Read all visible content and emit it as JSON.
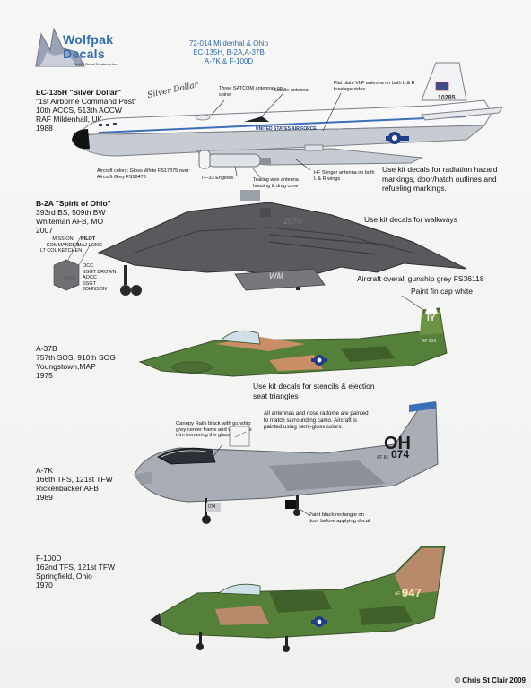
{
  "header": {
    "brand_line1": "Wolfpak",
    "brand_line2": "Decals",
    "brand_tagline": "By WP Decal Creations Inc.",
    "product_line1": "72-014 Mildenhal & Ohio",
    "product_line2": "EC-135H, B-2A,A-37B",
    "product_line3": "A-7K & F-100D"
  },
  "ec135": {
    "title": "EC-135H \"Silver Dollar\"",
    "line2": "\"1st Airborne Command Post\"",
    "line3": "10th ACCS, 513th ACCW",
    "line4": "RAF Mildenhall, UK",
    "line5": "1988",
    "note_satcom": "Three SATCOM antennas on spine",
    "note_saddle": "Saddle antenna",
    "note_vlf": "Flat plate VLF antenna on both L & R fuselage sides",
    "note_colors": "Aircraft colors: Gloss White FS17875 over Aircraft Grey FS16473",
    "note_tf33": "TF-33 Engines",
    "note_trailing": "Trailing wire antenna housing & drag cone",
    "note_hf": "HF Stinger antenna on both L & R wings",
    "note_kit": "Use kit decals for radiation hazard markings, door/hatch outlines and refueling markings.",
    "serial": "10285",
    "fuselage_text": "UNITED STATES AIR FORCE",
    "nose_art": "Silver Dollar"
  },
  "b2": {
    "title": "B-2A \"Spirit of Ohio\"",
    "line2": "393rd BS, 509th BW",
    "line3": "Whiteman AFB, MO",
    "line4": "2007",
    "note_walkways": "Use kit decals for walkways",
    "note_grey": "Aircraft overall gunship grey FS36118",
    "pilot_label": "PILOT",
    "pilot_name": "MAJ LONG",
    "mc_label": "MISSION COMMANDER",
    "mc_name": "LT COL KETCHEN",
    "crew_line1": "OCC",
    "crew_line2": "SSGT BROWN",
    "crew_line3": "AOCC",
    "crew_line4": "SSGT JOHNSON",
    "door_number": "2070",
    "tail_code": "WM"
  },
  "a37": {
    "title": "A-37B",
    "line2": "757th SOS, 910th SOG",
    "line3": "Youngstown,MAP",
    "line4": "1975",
    "note_fin": "Paint fin cap white",
    "note_stencils": "Use kit decals for stencils & ejection seat triangles",
    "tail_code": "IY",
    "tail_serial": "AF 656"
  },
  "a7": {
    "title": "A-7K",
    "line2": "166th TFS, 121st TFW",
    "line3": "Rickenbacker AFB",
    "line4": "1989",
    "note_canopy": "Canopy Rails black with gunship grey center frame and white tape trim bordering the glass",
    "note_antennas": "All antennas and nose radome are painted to match surrounding camo. Aircraft is painted using semi-gloss colors.",
    "note_door": "Paint black rectangle on door before applying decal",
    "tail_code": "OH",
    "tail_serial": "074",
    "tail_af": "AF 81"
  },
  "f100": {
    "title": "F-100D",
    "line2": "162nd TFS, 121st TFW",
    "line3": "Springfield, Ohio",
    "line4": "1970",
    "tail_serial": "947",
    "tail_af": "AF 56"
  },
  "copyright": "© Chris St Clair 2009",
  "colors": {
    "brand_blue": "#2e6fb0",
    "a37_green": "#55803a",
    "a37_tan": "#c88f66",
    "a7_grey": "#a9aeb6",
    "b2_grey": "#5a5a5e"
  }
}
